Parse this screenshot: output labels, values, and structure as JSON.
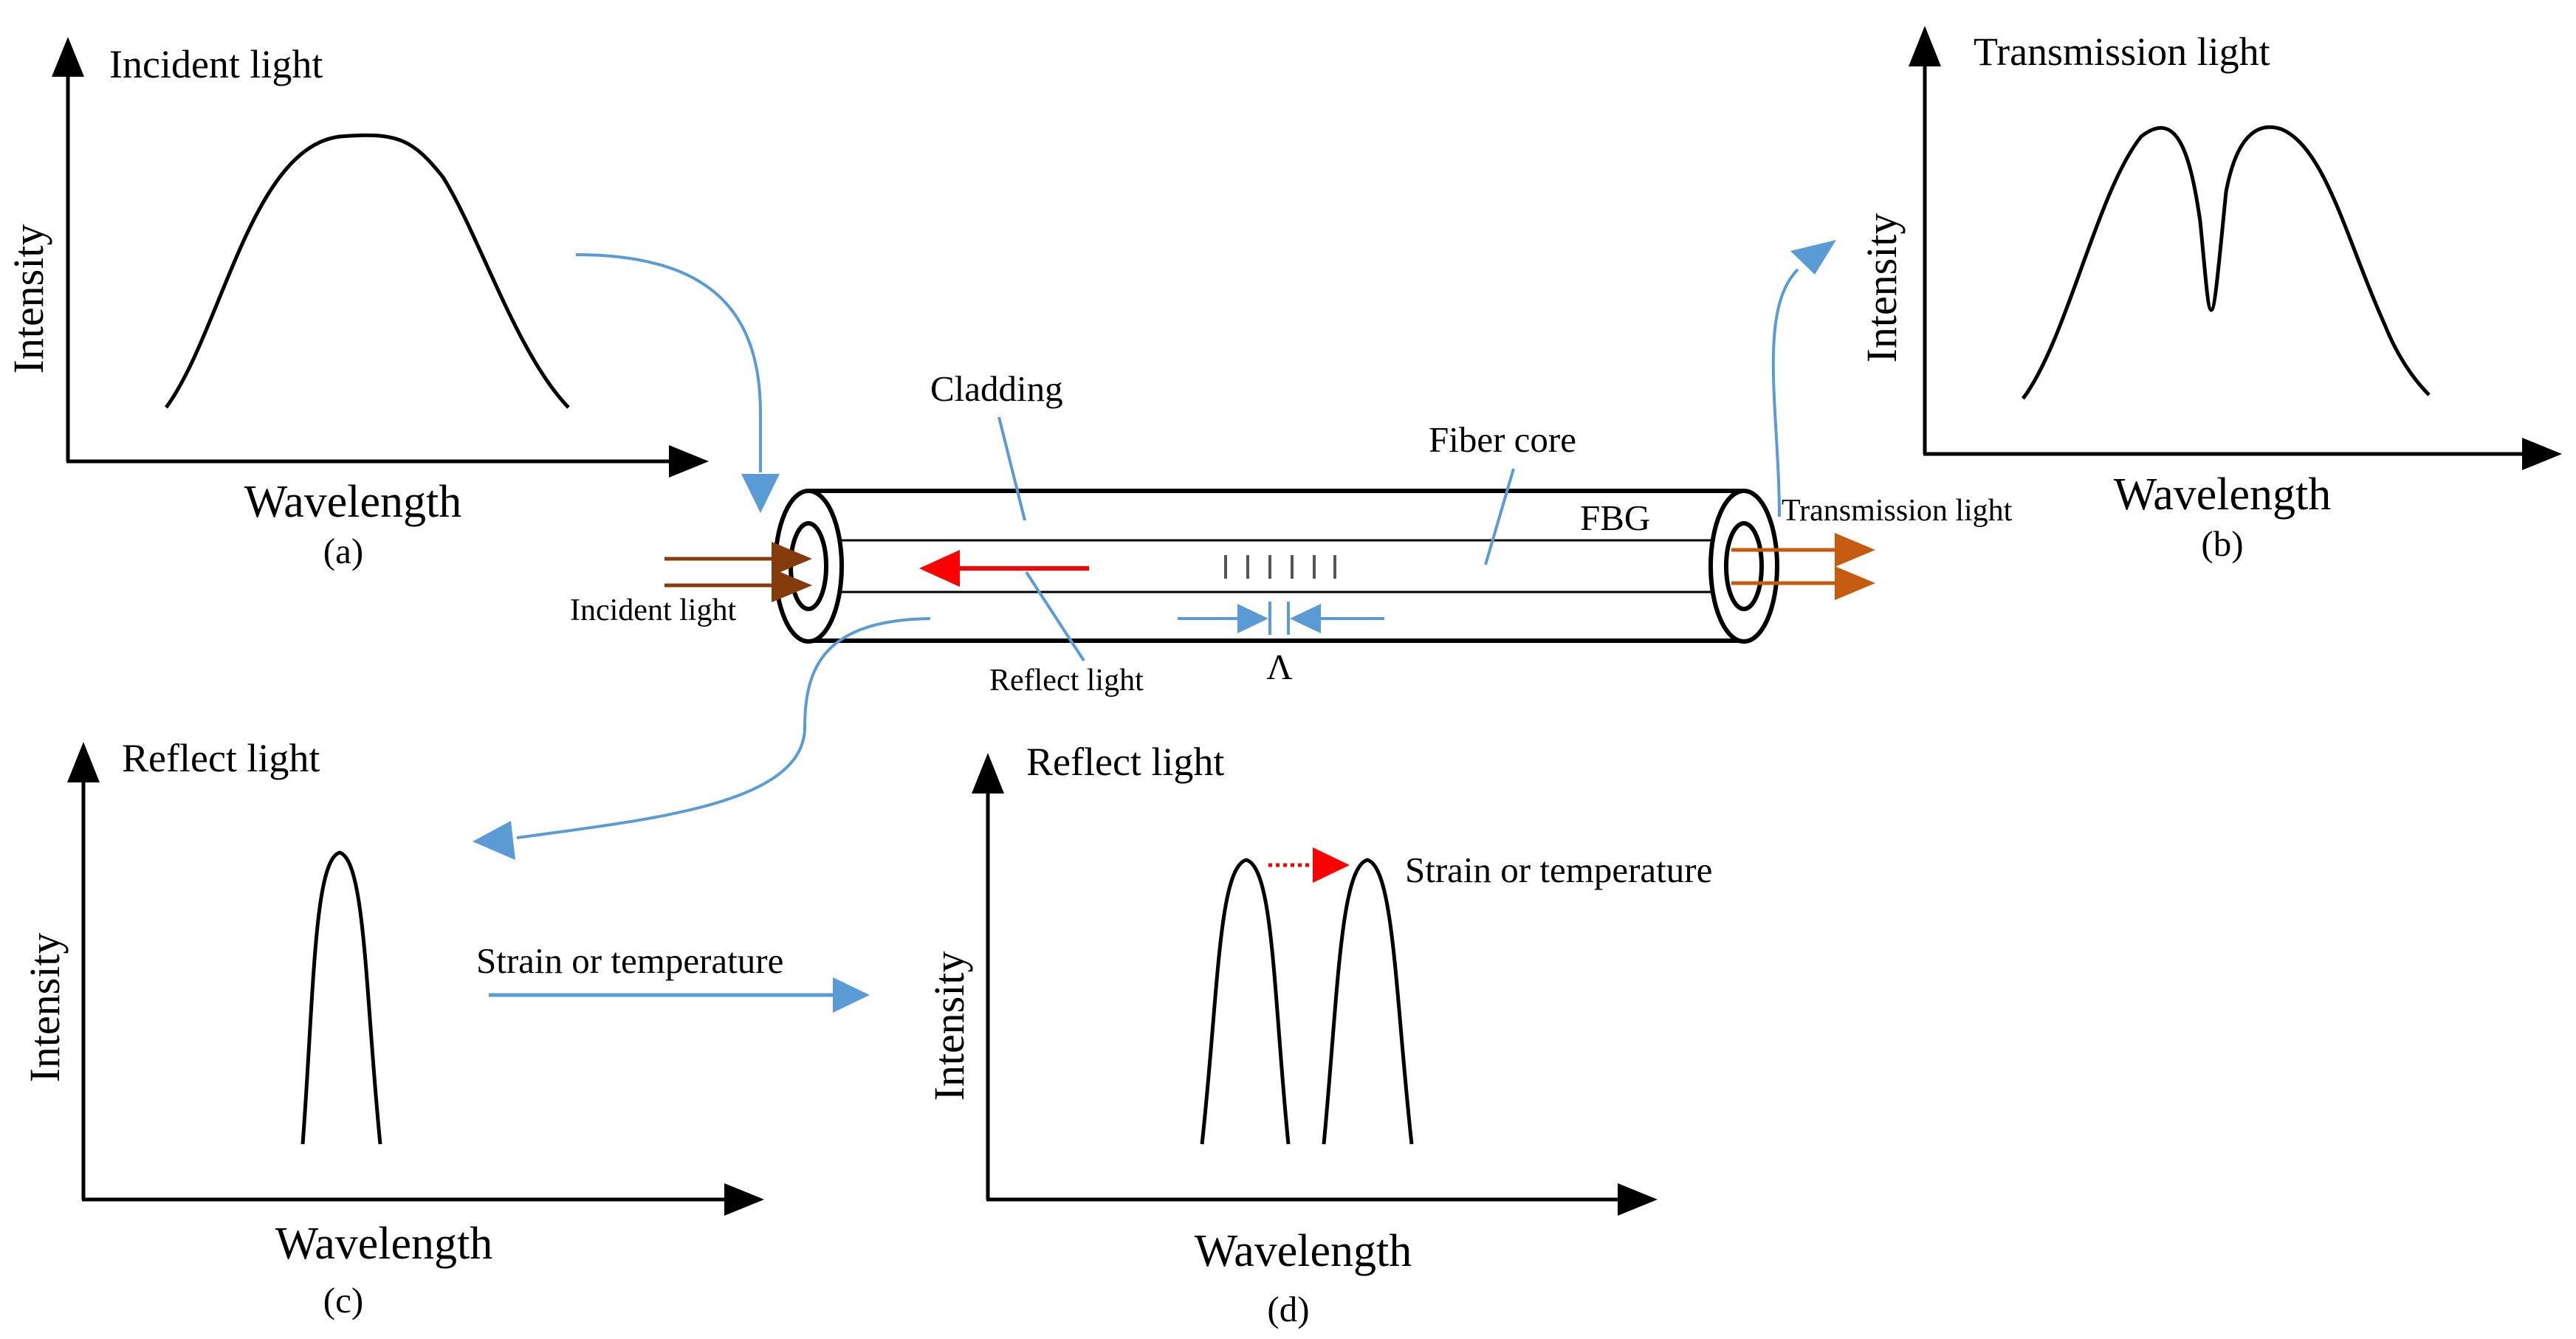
{
  "panels": {
    "a": {
      "title": "Incident light",
      "ylabel": "Intensity",
      "xlabel": "Wavelength",
      "caption": "(a)"
    },
    "b": {
      "title": "Transmission light",
      "ylabel": "Intensity",
      "xlabel": "Wavelength",
      "caption": "(b)"
    },
    "c": {
      "title": "Reflect light",
      "ylabel": "Intensity",
      "xlabel": "Wavelength",
      "caption": "(c)"
    },
    "d": {
      "title": "Reflect light",
      "ylabel": "Intensity",
      "xlabel": "Wavelength",
      "caption": "(d)",
      "shift_label": "Strain or temperature"
    }
  },
  "fiber": {
    "cladding_label": "Cladding",
    "core_label": "Fiber core",
    "fbg_label": "FBG",
    "incident_label": "Incident light",
    "transmission_label": "Transmission light",
    "reflect_label": "Reflect light",
    "period_label": "Λ"
  },
  "transition_label": "Strain or temperature",
  "colors": {
    "blue_arrow": "#5b9bd5",
    "red_arrow": "#ff0000",
    "incident_arrow": "#843c0c",
    "transmission_arrow": "#c55a11",
    "ink": "#000000"
  }
}
